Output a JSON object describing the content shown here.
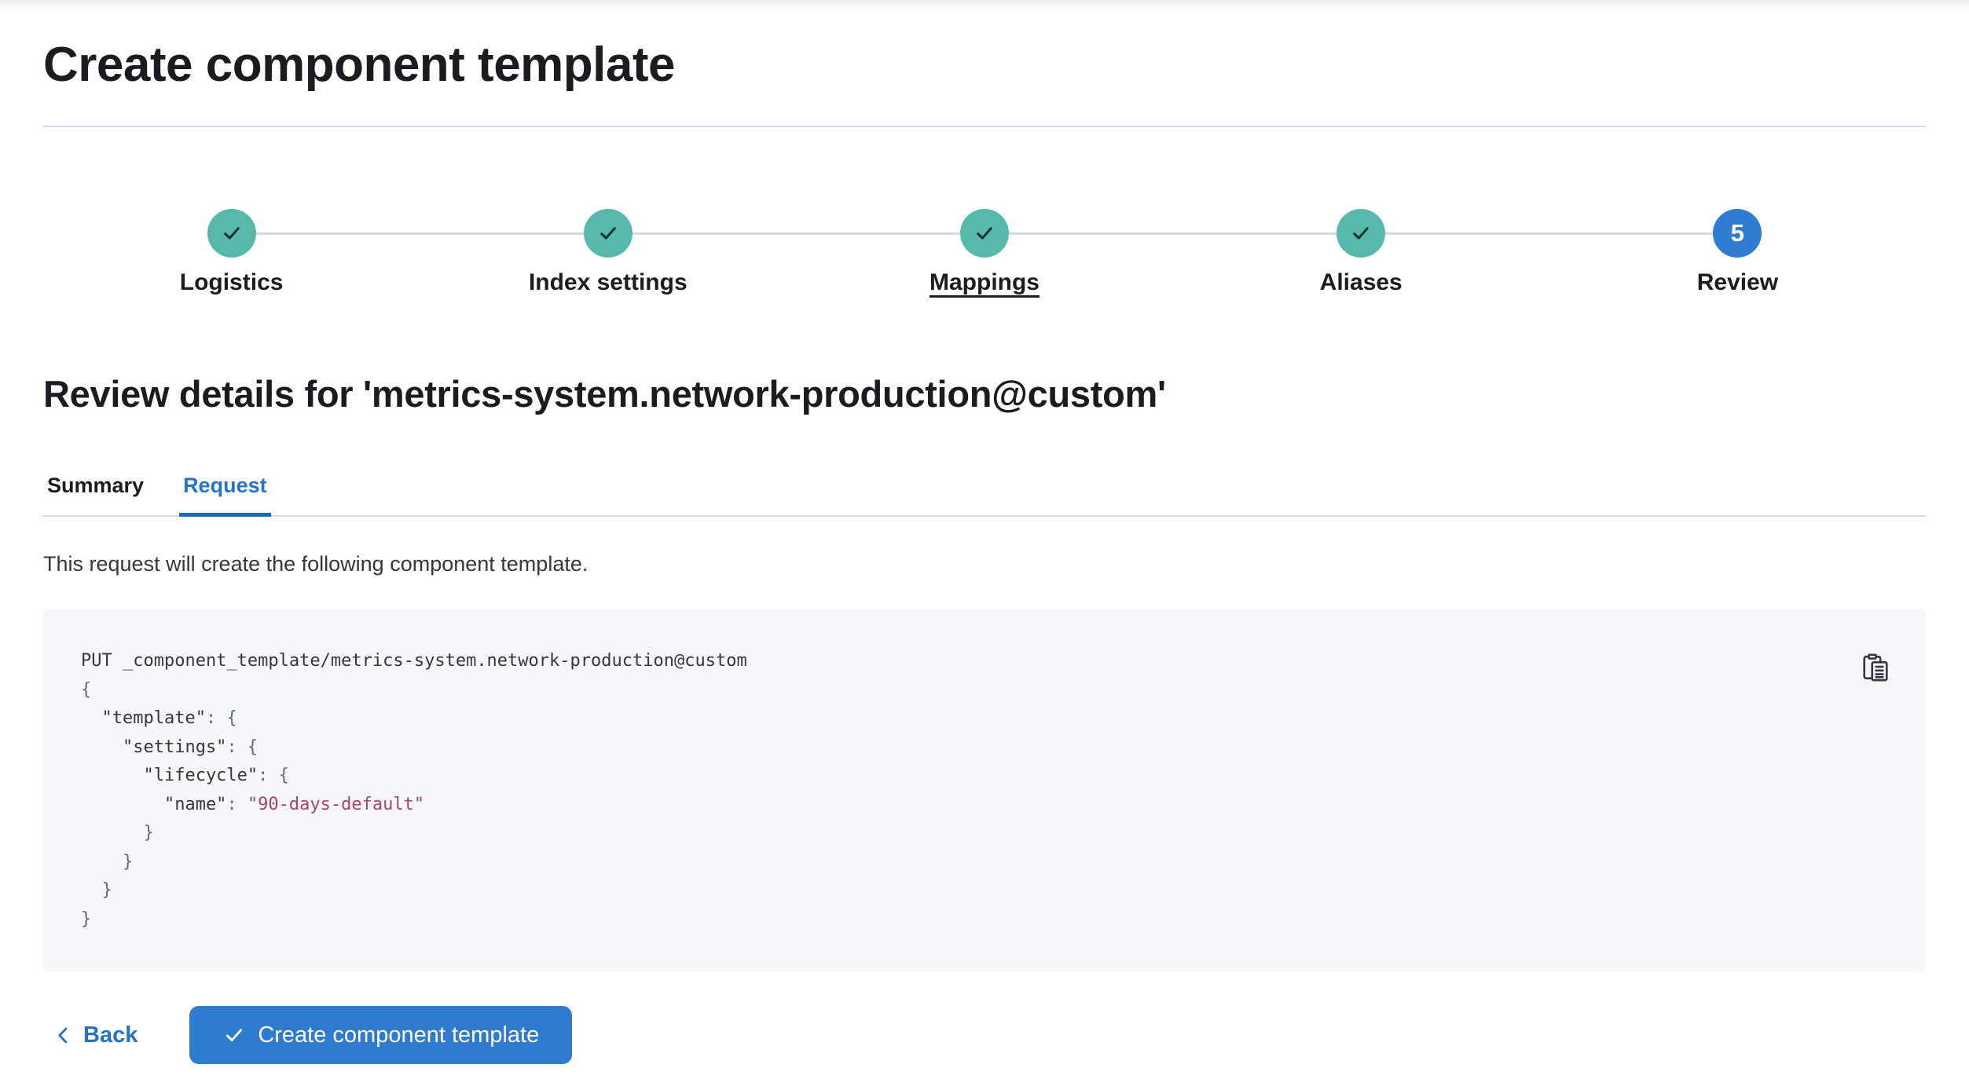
{
  "page": {
    "title": "Create component template"
  },
  "stepper": {
    "steps": [
      {
        "label": "Logistics",
        "status": "complete",
        "icon": "check-icon"
      },
      {
        "label": "Index settings",
        "status": "complete",
        "icon": "check-icon"
      },
      {
        "label": "Mappings",
        "status": "complete",
        "icon": "check-icon",
        "hovered": true
      },
      {
        "label": "Aliases",
        "status": "complete",
        "icon": "check-icon"
      },
      {
        "label": "Review",
        "status": "current",
        "number": "5"
      }
    ]
  },
  "review": {
    "heading": "Review details for 'metrics-system.network-production@custom'",
    "tabs": [
      {
        "label": "Summary",
        "active": false
      },
      {
        "label": "Request",
        "active": true
      }
    ],
    "description": "This request will create the following component template."
  },
  "code_block": {
    "copy_icon": "copy-clipboard-icon",
    "lines": [
      {
        "segments": [
          {
            "text": "PUT _component_template/metrics-system.network-production@custom",
            "type": "plain"
          }
        ]
      },
      {
        "segments": [
          {
            "text": "{",
            "type": "punc"
          }
        ]
      },
      {
        "segments": [
          {
            "text": "  \"template\"",
            "type": "key"
          },
          {
            "text": ": {",
            "type": "punc"
          }
        ]
      },
      {
        "segments": [
          {
            "text": "    \"settings\"",
            "type": "key"
          },
          {
            "text": ": {",
            "type": "punc"
          }
        ]
      },
      {
        "segments": [
          {
            "text": "      \"lifecycle\"",
            "type": "key"
          },
          {
            "text": ": {",
            "type": "punc"
          }
        ]
      },
      {
        "segments": [
          {
            "text": "        \"name\"",
            "type": "key"
          },
          {
            "text": ": ",
            "type": "punc"
          },
          {
            "text": "\"90-days-default\"",
            "type": "string"
          }
        ]
      },
      {
        "segments": [
          {
            "text": "      }",
            "type": "punc"
          }
        ]
      },
      {
        "segments": [
          {
            "text": "    }",
            "type": "punc"
          }
        ]
      },
      {
        "segments": [
          {
            "text": "  }",
            "type": "punc"
          }
        ]
      },
      {
        "segments": [
          {
            "text": "}",
            "type": "punc"
          }
        ]
      }
    ]
  },
  "footer": {
    "back_label": "Back",
    "back_icon": "chevron-left-icon",
    "create_label": "Create component template",
    "create_icon": "check-icon"
  },
  "colors": {
    "step_complete": "#57b9ab",
    "step_current": "#2e7dd2",
    "tab_active": "#2573cc",
    "tab_underline": "#1e66bb",
    "link": "#2570c8",
    "primary_button": "#2e7bd0",
    "divider": "#d3dae6",
    "code_background": "#f5f7fa",
    "code_text": "#343741",
    "code_string": "#a84562",
    "heading_text": "#1a1c21"
  }
}
